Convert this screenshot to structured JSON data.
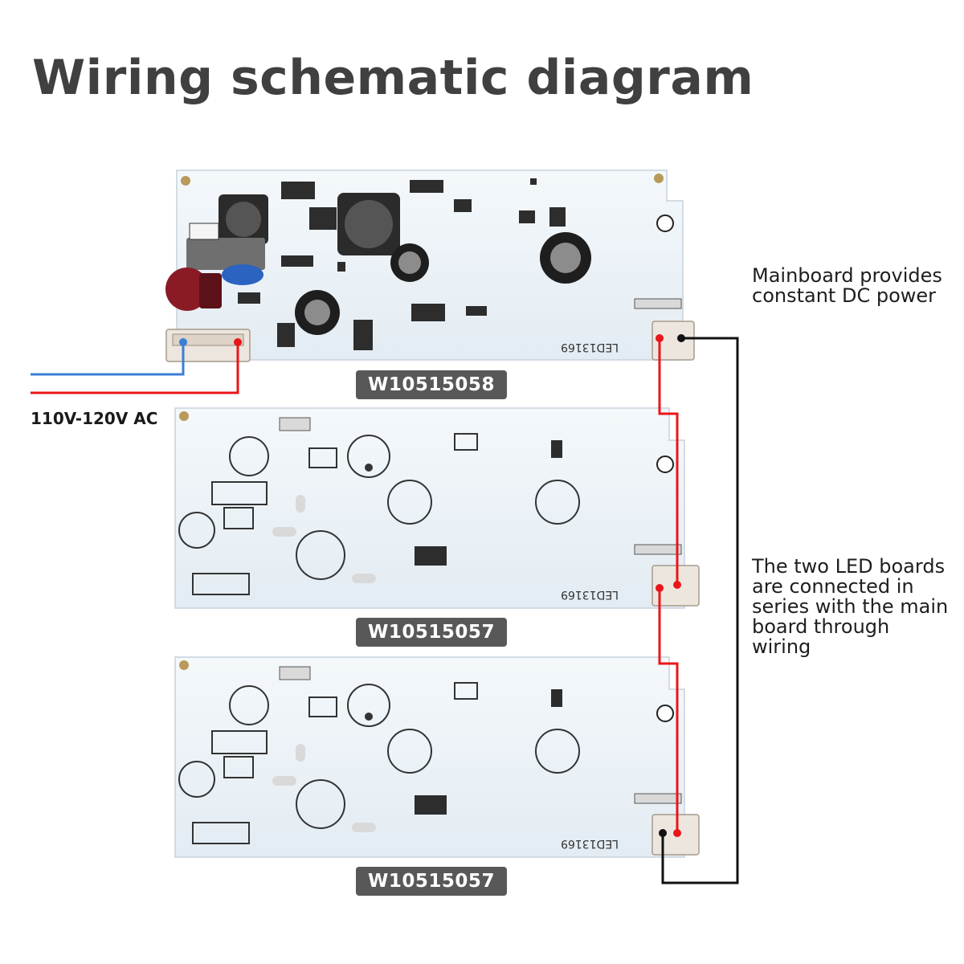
{
  "title": "Wiring schematic diagram",
  "ac_label": "110V-120V AC",
  "notes": {
    "mainboard": "Mainboard provides\nconstant DC power",
    "led_boards": "The two LED boards\nare connected in\nseries with the main\nboard through\nwiring"
  },
  "boards": [
    {
      "part_number": "W10515058",
      "silkscreen": "LED13169"
    },
    {
      "part_number": "W10515057",
      "silkscreen": "LED13169"
    },
    {
      "part_number": "W10515057",
      "silkscreen": "LED13169"
    }
  ],
  "colors": {
    "wire_red": "#e8161b",
    "wire_blue": "#3a7fd4",
    "wire_black": "#111111",
    "pcb": "#edf3f8",
    "tag_background": "#585858"
  }
}
